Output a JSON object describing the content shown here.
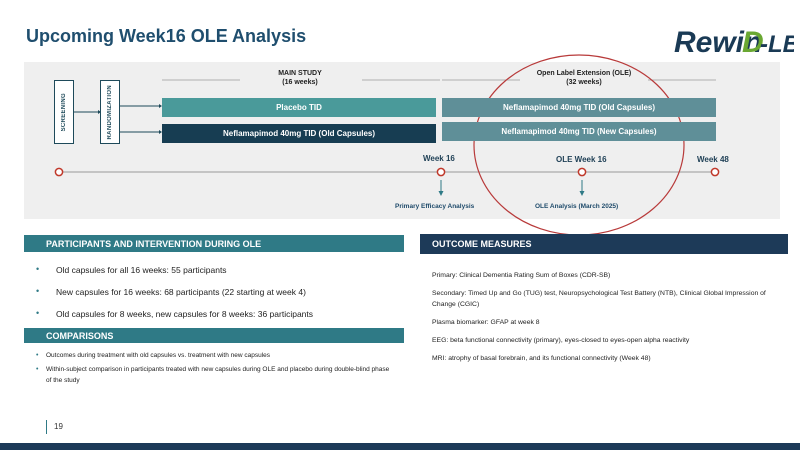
{
  "slide": {
    "title": "Upcoming Week16 OLE Analysis",
    "page_number": "19",
    "logo": {
      "part1": "Rewin",
      "part2": "D",
      "part3": "-LB",
      "color": "#1a3a55",
      "accent": "#6aa832"
    }
  },
  "diagram": {
    "screening": "SCREENING",
    "randomization": "RANDOMIZATION",
    "main_study_title": "MAIN STUDY",
    "main_study_sub": "(16 weeks)",
    "ole_title": "Open Label Extension (OLE)",
    "ole_sub": "(32 weeks)",
    "bars": {
      "placebo": "Placebo TID",
      "nef_old_main": "Neflamapimod 40mg TID (Old Capsules)",
      "nef_old_ole": "Neflamapimod 40mg TID (Old Capsules)",
      "nef_new_ole": "Neflamapimod 40mg TID (New Capsules)"
    },
    "timeline": {
      "week16": "Week 16",
      "ole_week16": "OLE Week 16",
      "week48": "Week 48"
    },
    "analyses": {
      "primary": "Primary Efficacy Analysis",
      "ole": "OLE Analysis (March 2025)"
    },
    "colors": {
      "teal": "#4a9a9a",
      "navy": "#173d52",
      "gray": "#5f8f98",
      "circle": "#b83a3a",
      "milestone": "#c0392b"
    }
  },
  "participants": {
    "header": "PARTICIPANTS AND INTERVENTION DURING OLE",
    "items": [
      "Old capsules for all 16 weeks: 55 participants",
      "New capsules for 16 weeks: 68 participants (22 starting at week 4)",
      "Old capsules for 8 weeks, new capsules for 8 weeks: 36 participants"
    ]
  },
  "comparisons": {
    "header": "COMPARISONS",
    "items": [
      "Outcomes during treatment with old capsules vs. treatment with new capsules",
      "Within-subject comparison in participants treated with new capsules during OLE and placebo during double-blind phase of the study"
    ]
  },
  "outcomes": {
    "header": "OUTCOME MEASURES",
    "items": [
      "Primary:  Clinical Dementia Rating Sum of Boxes (CDR-SB)",
      "Secondary: Timed Up and Go (TUG) test, Neuropsychological Test Battery (NTB), Clinical Global Impression of Change (CGIC)",
      "Plasma biomarker: GFAP at week 8",
      "EEG: beta functional connectivity (primary), eyes-closed to eyes-open alpha reactivity",
      "MRI: atrophy of basal forebrain, and its functional connectivity (Week 48)"
    ]
  }
}
